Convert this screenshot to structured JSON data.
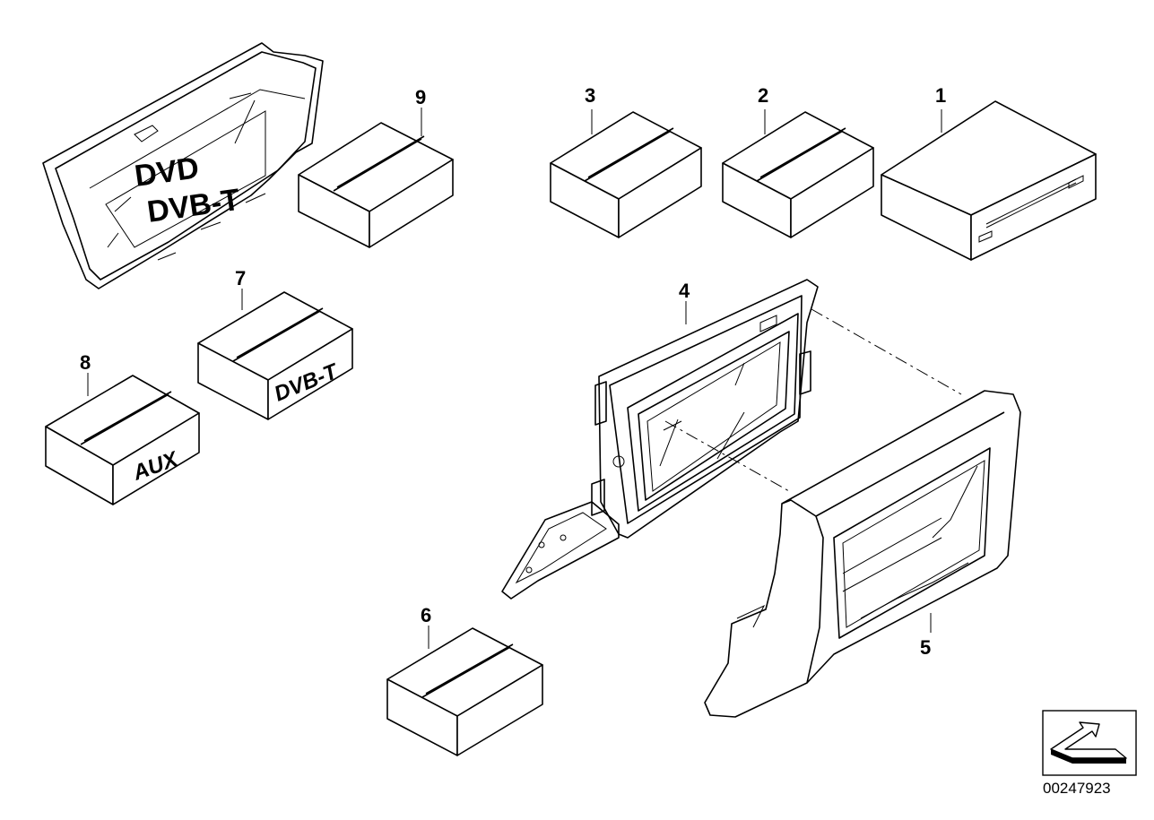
{
  "diagram": {
    "callouts": [
      "1",
      "2",
      "3",
      "4",
      "5",
      "6",
      "7",
      "8",
      "9"
    ],
    "screen_text_line1": "DVD",
    "screen_text_line2": "DVB-T",
    "box7_label": "DVB-T",
    "box8_label": "AUX",
    "doc_number": "00247923",
    "orientation_icon": "arrow-icon"
  }
}
